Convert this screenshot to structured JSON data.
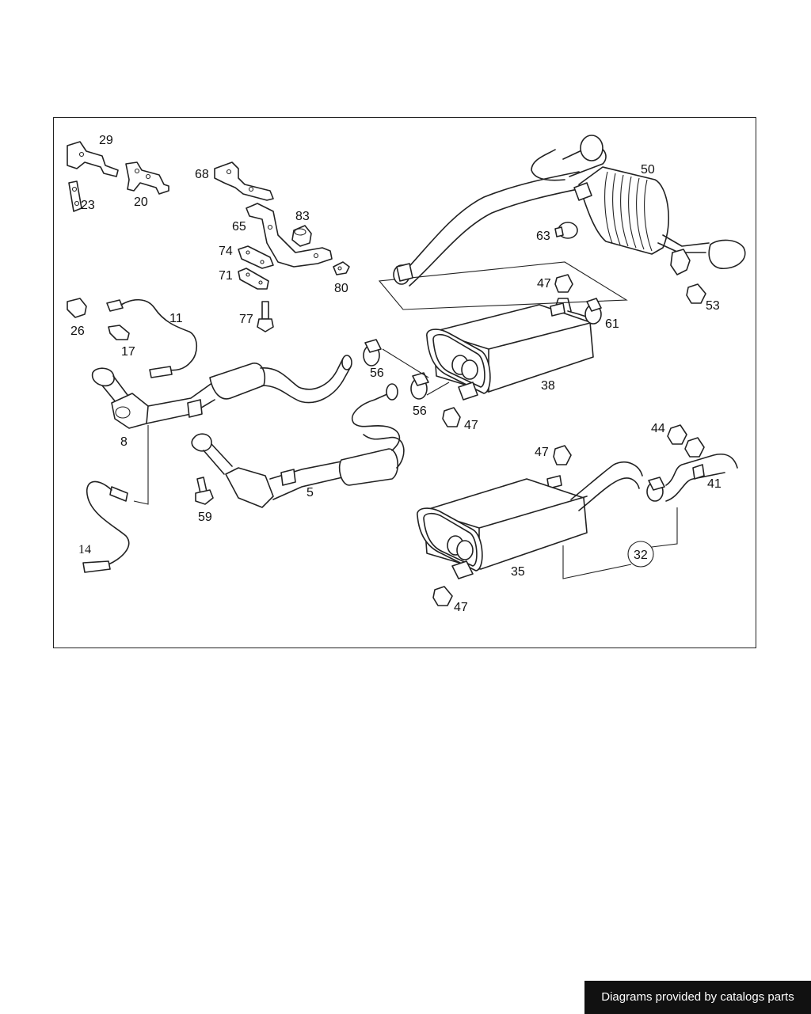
{
  "callouts": {
    "c29": "29",
    "c23": "23",
    "c20": "20",
    "c68": "68",
    "c65": "65",
    "c83": "83",
    "c74": "74",
    "c71": "71",
    "c80": "80",
    "c77": "77",
    "c26": "26",
    "c17": "17",
    "c11": "11",
    "c8": "8",
    "c14": "14",
    "c59": "59",
    "c5": "5",
    "c56a": "56",
    "c56b": "56",
    "c38": "38",
    "c47a": "47",
    "c47b": "47",
    "c47c": "47",
    "c47d": "47",
    "c61": "61",
    "c63": "63",
    "c50": "50",
    "c53": "53",
    "c44": "44",
    "c41": "41",
    "c32": "32",
    "c35": "35"
  },
  "footer": {
    "text": "Diagrams provided by catalogs parts"
  }
}
